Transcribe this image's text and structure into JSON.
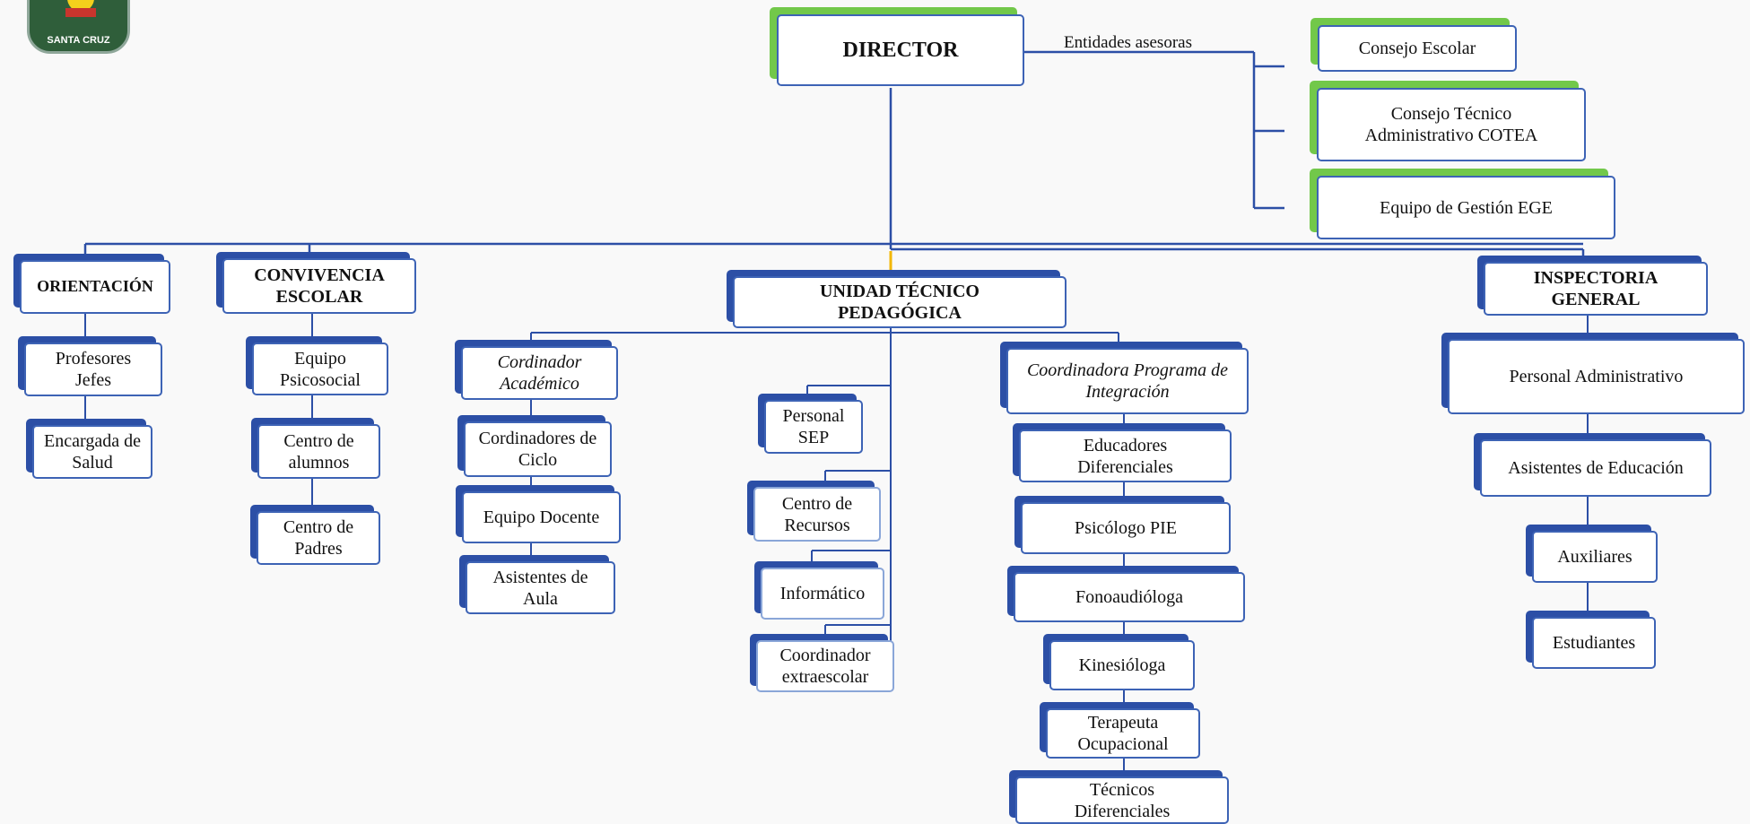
{
  "logo": {
    "text": "SANTA CRUZ"
  },
  "colors": {
    "box_border": "#3d63b5",
    "box_shadow": "#2c4fa6",
    "advisory_accent": "#72c84a",
    "connector": "#2c4fa6",
    "center_mark": "#f2b705"
  },
  "director": {
    "label": "DIRECTOR"
  },
  "advisory": {
    "label": "Entidades asesoras",
    "items": [
      "Consejo Escolar",
      "Consejo Técnico Administrativo COTEA",
      "Equipo de Gestión EGE"
    ]
  },
  "orientacion": {
    "title": "ORIENTACIÓN",
    "items": [
      "Profesores Jefes",
      "Encargada de Salud"
    ]
  },
  "convivencia": {
    "title": "CONVIVENCIA ESCOLAR",
    "items": [
      "Equipo Psicosocial",
      "Centro de alumnos",
      "Centro de Padres"
    ]
  },
  "utp": {
    "title": "UNIDAD TÉCNICO PEDAGÓGICA",
    "academico": {
      "title": "Cordinador Académico",
      "items": [
        "Cordinadores de Ciclo",
        "Equipo Docente",
        "Asistentes de Aula"
      ]
    },
    "central": [
      "Personal SEP",
      "Centro de Recursos",
      "Informático",
      "Coordinador extraescolar"
    ],
    "pie": {
      "title": "Coordinadora Programa de Integración",
      "items": [
        "Educadores Diferenciales",
        "Psicólogo PIE",
        "Fonoaudióloga",
        "Kinesióloga",
        "Terapeuta Ocupacional",
        "Técnicos Diferenciales"
      ]
    }
  },
  "inspectoria": {
    "title": "INSPECTORIA GENERAL",
    "items": [
      "Personal Administrativo",
      "Asistentes de Educación",
      "Auxiliares",
      "Estudiantes"
    ]
  }
}
